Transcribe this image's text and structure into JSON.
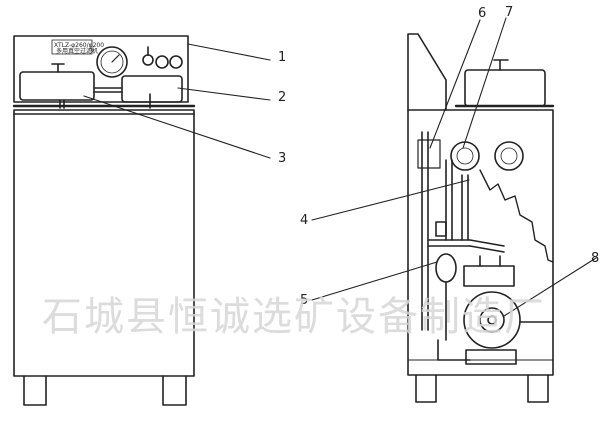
{
  "panel": {
    "model": "XTLZ-φ260/φ200",
    "name_cn": "多用真空过滤机"
  },
  "callouts": [
    {
      "id": "c1",
      "text": "1"
    },
    {
      "id": "c2",
      "text": "2"
    },
    {
      "id": "c3",
      "text": "3"
    },
    {
      "id": "c4",
      "text": "4"
    },
    {
      "id": "c5",
      "text": "5"
    },
    {
      "id": "c6",
      "text": "6"
    },
    {
      "id": "c7",
      "text": "7"
    },
    {
      "id": "c8",
      "text": "8"
    }
  ],
  "watermark": "石城县恒诚选矿设备制造厂"
}
